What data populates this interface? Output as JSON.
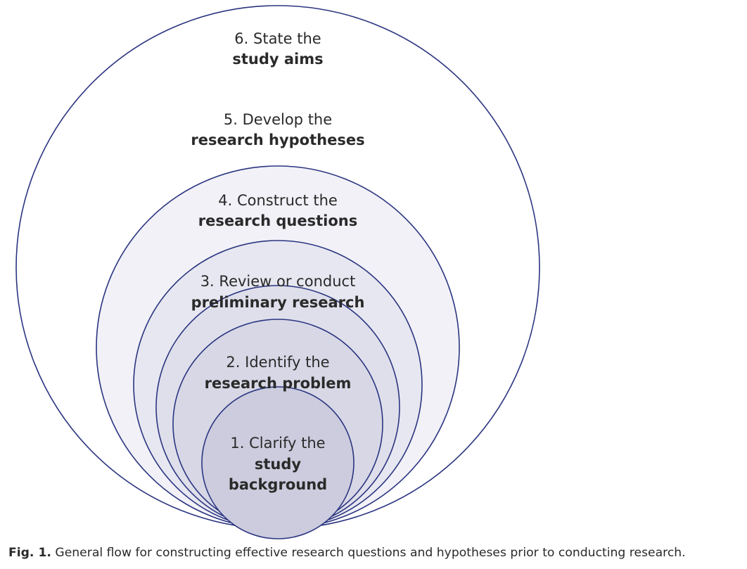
{
  "steps": [
    {
      "number": "1.",
      "line1": "Clarify the",
      "line2": "study",
      "line3": "background",
      "fill": "#ccccde"
    },
    {
      "number": "2.",
      "line1": "Identify  the",
      "line2": "research problem",
      "fill": "#d7d7e6"
    },
    {
      "number": "3.",
      "line1": "Review or conduct",
      "line2": "preliminary research",
      "fill": "#dfdfeb"
    },
    {
      "number": "4.",
      "line1": "Construct the",
      "line2": "research questions",
      "fill": "#e7e7f1"
    },
    {
      "number": "5.",
      "line1": "Develop the",
      "line2": "research hypotheses",
      "fill": "#f1f1f7"
    },
    {
      "number": "6.",
      "line1": "State the",
      "line2": "study aims",
      "fill": "#ffffff"
    }
  ],
  "caption": {
    "label": "Fig. 1.",
    "text": " General flow for constructing effective research questions and hypotheses prior to conducting research."
  },
  "colors": {
    "outline": "#2b3580"
  }
}
